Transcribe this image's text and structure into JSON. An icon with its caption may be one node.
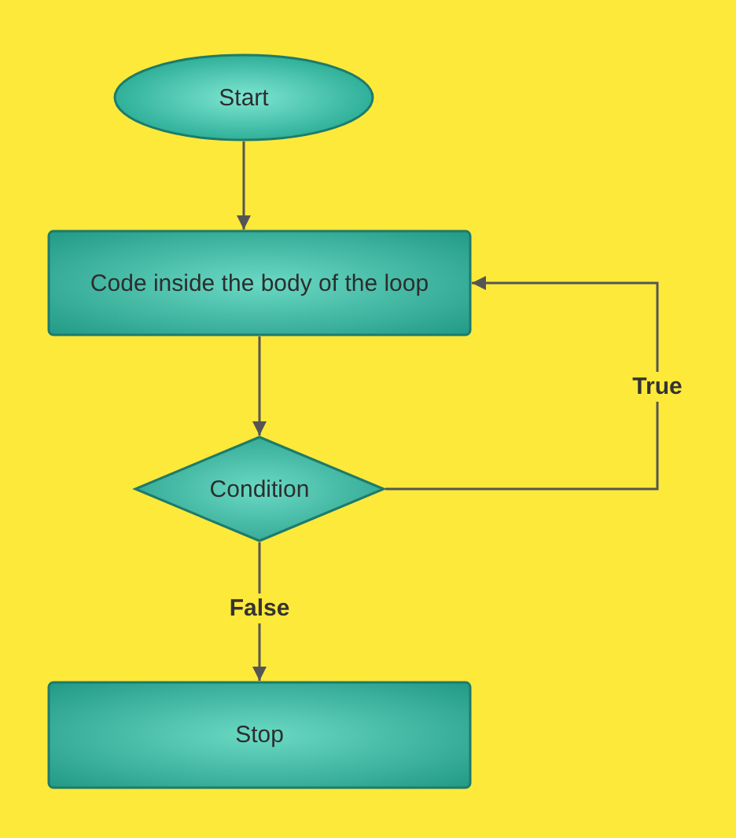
{
  "diagram": {
    "nodes": [
      {
        "text": [
          "Start"
        ]
      },
      {
        "text": [
          "Code inside the body of the loop"
        ]
      },
      {
        "text": [
          "Condition"
        ]
      },
      {
        "text": [
          "Stop"
        ]
      }
    ],
    "edges": [
      {
        "from": 0,
        "to": 1,
        "arrow": "to"
      },
      {
        "from": 1,
        "to": 2,
        "arrow": "to"
      },
      {
        "from": 2,
        "to": 1,
        "arrow": "to",
        "label": "True"
      },
      {
        "from": 2,
        "to": 3,
        "arrow": "to",
        "label": "False"
      }
    ]
  }
}
